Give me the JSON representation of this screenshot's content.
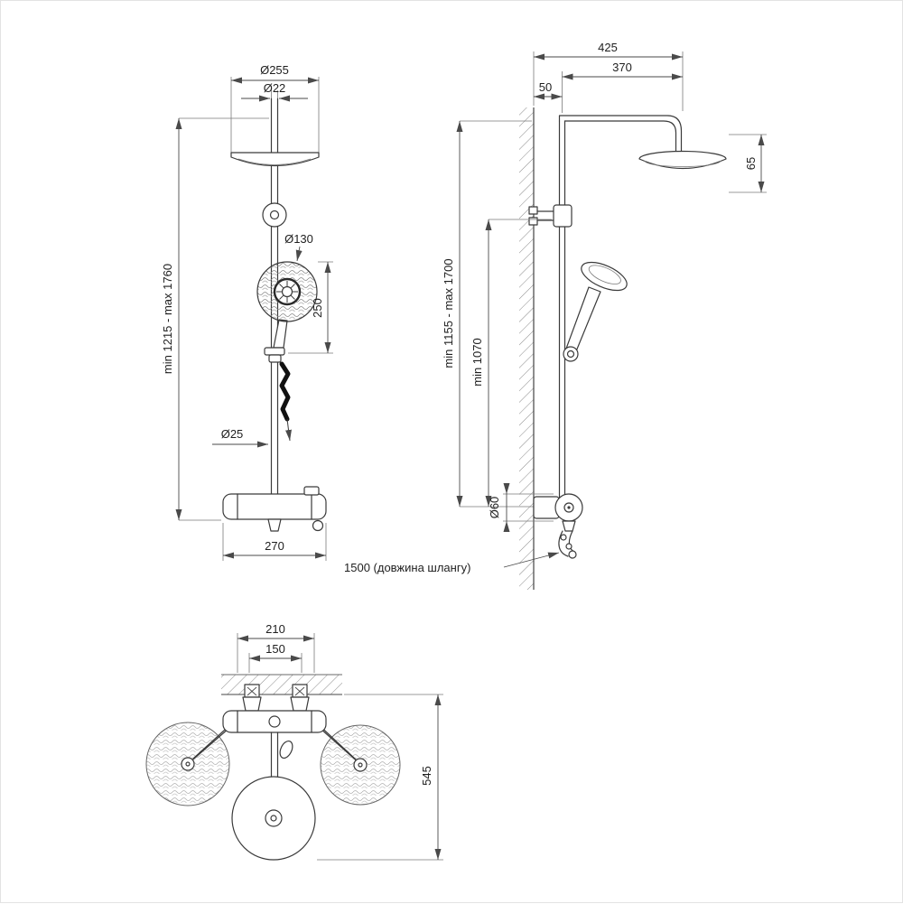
{
  "colors": {
    "line": "#3a3a3a",
    "text": "#1f1f1f",
    "hose": "#111111",
    "background": "#ffffff"
  },
  "front_view": {
    "head_diameter": "Ø255",
    "pipe_inlet_diameter": "Ø22",
    "height_range": "min 1215 - max 1760",
    "hand_shower_diameter": "Ø130",
    "hand_shower_length": "250",
    "pipe_diameter": "Ø25",
    "mixer_width": "270"
  },
  "side_view": {
    "arm_total_depth": "425",
    "arm_reach": "370",
    "wall_offset": "50",
    "head_drop": "65",
    "height_range": "min 1155 - max 1700",
    "hand_shower_height": "min 1070",
    "connector_diameter": "Ø60",
    "hose_length": "1500 (довжина шлангу)"
  },
  "top_view": {
    "mount_width": "210",
    "inlet_spacing": "150",
    "depth": "545"
  }
}
